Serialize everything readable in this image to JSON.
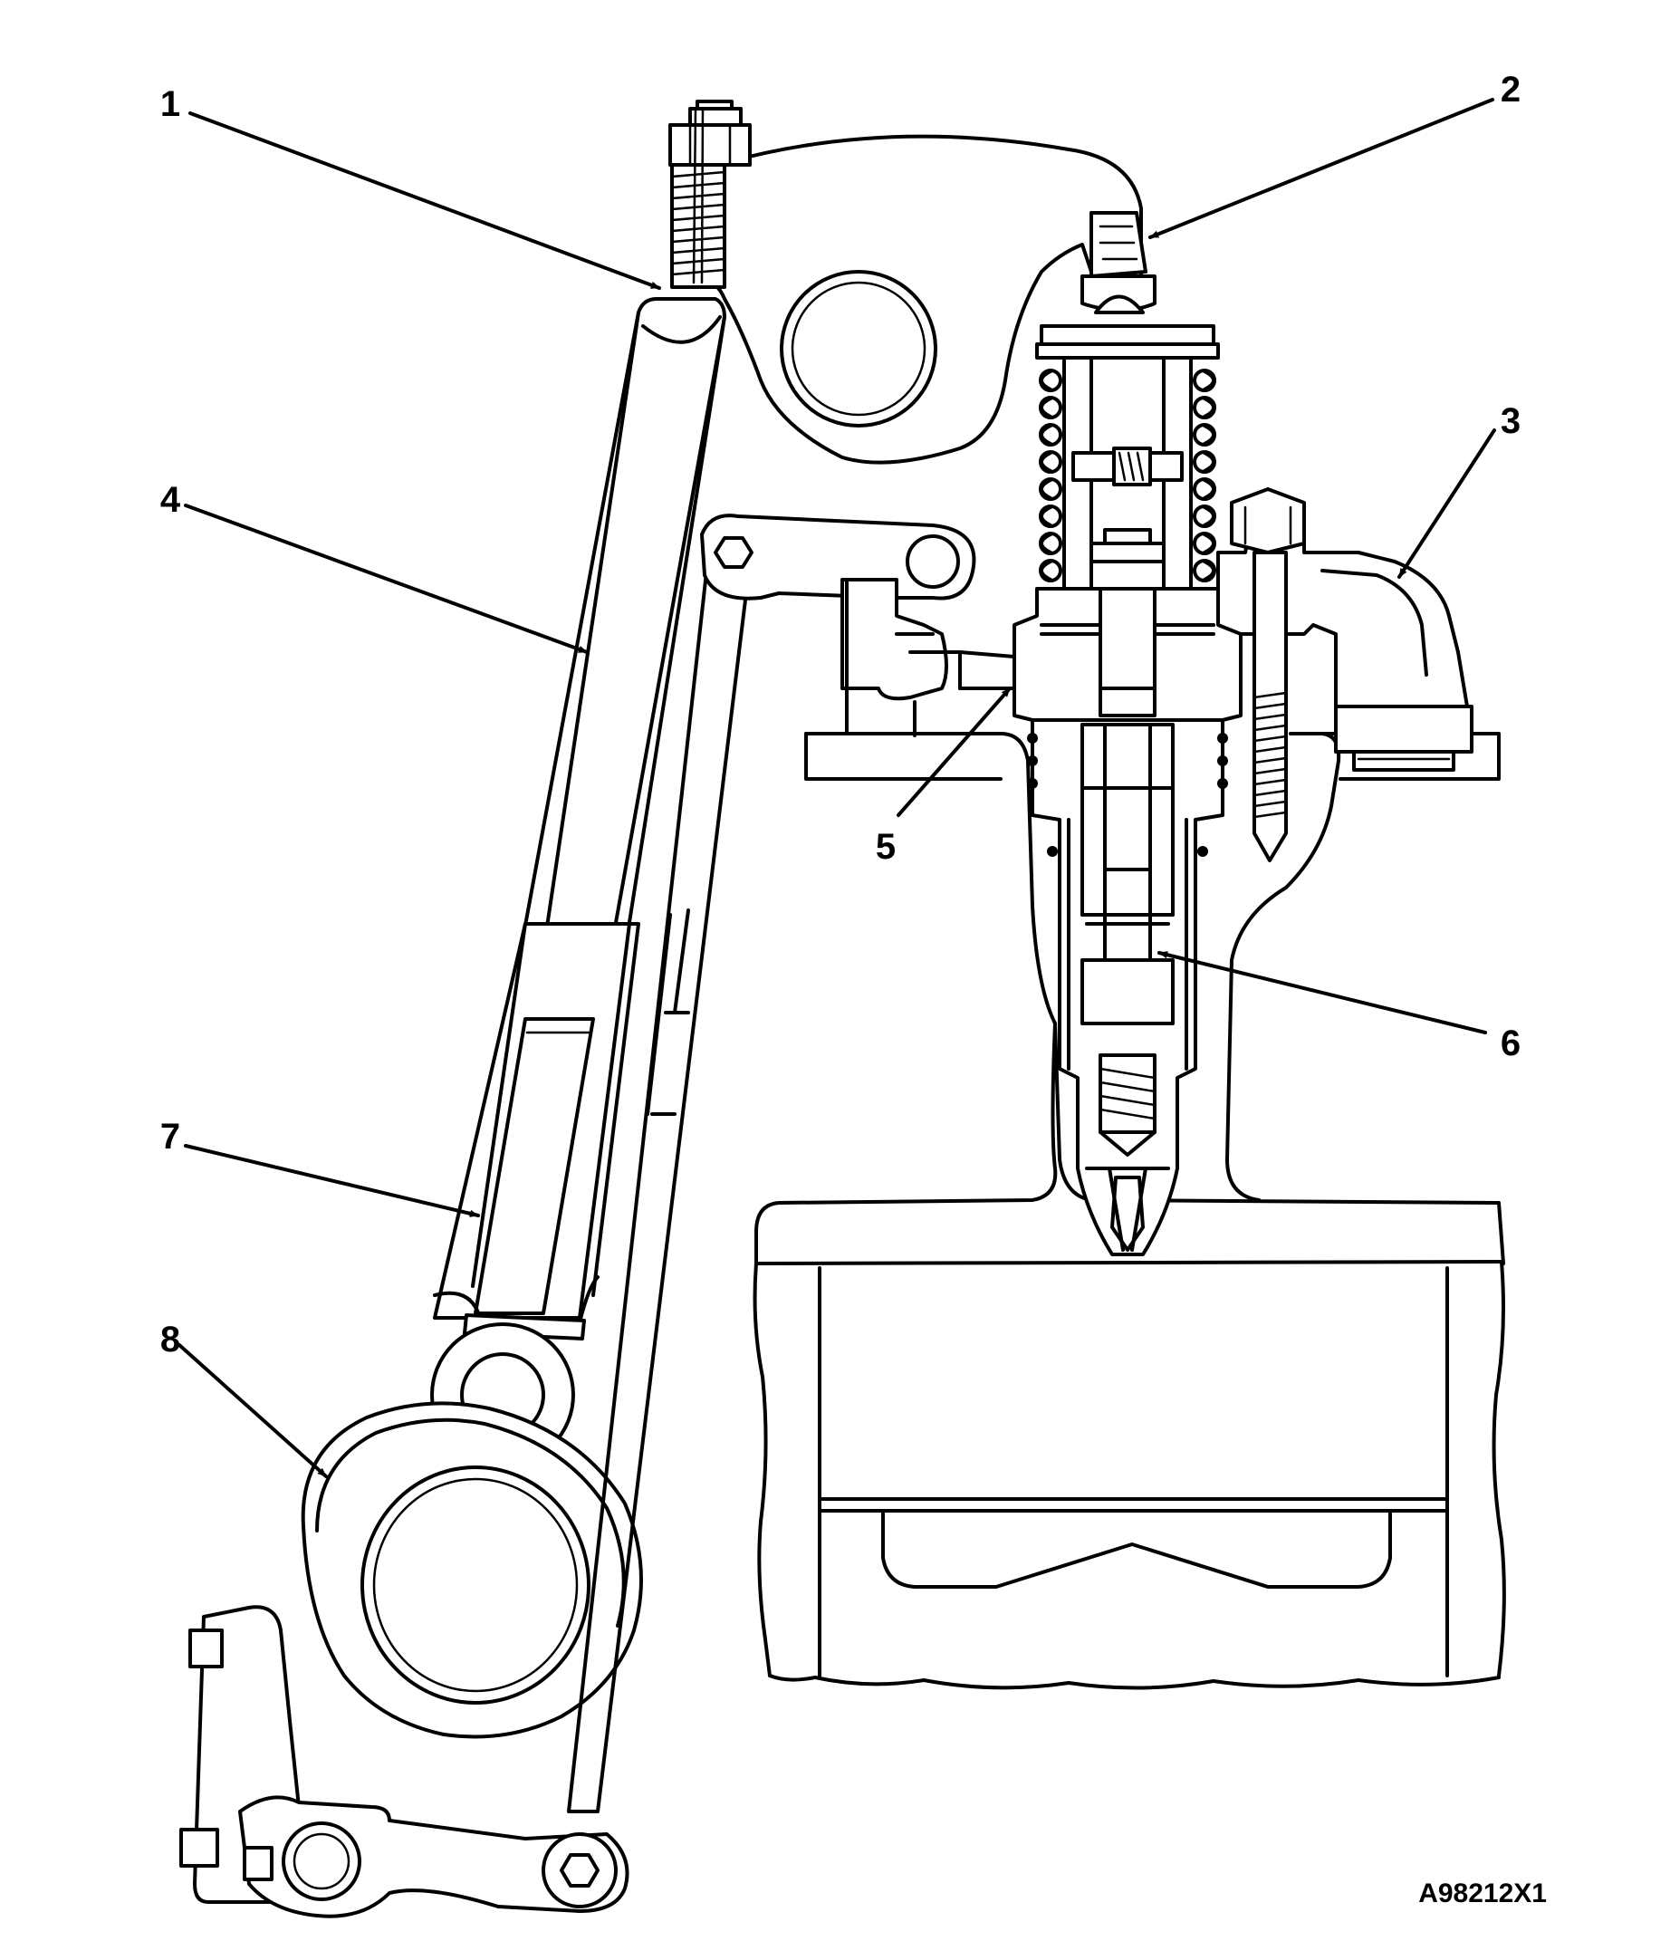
{
  "callouts": [
    {
      "id": "1",
      "label": "1"
    },
    {
      "id": "2",
      "label": "2"
    },
    {
      "id": "3",
      "label": "3"
    },
    {
      "id": "4",
      "label": "4"
    },
    {
      "id": "5",
      "label": "5"
    },
    {
      "id": "6",
      "label": "6"
    },
    {
      "id": "7",
      "label": "7"
    },
    {
      "id": "8",
      "label": "8"
    }
  ],
  "figure_id": "A98212X1"
}
